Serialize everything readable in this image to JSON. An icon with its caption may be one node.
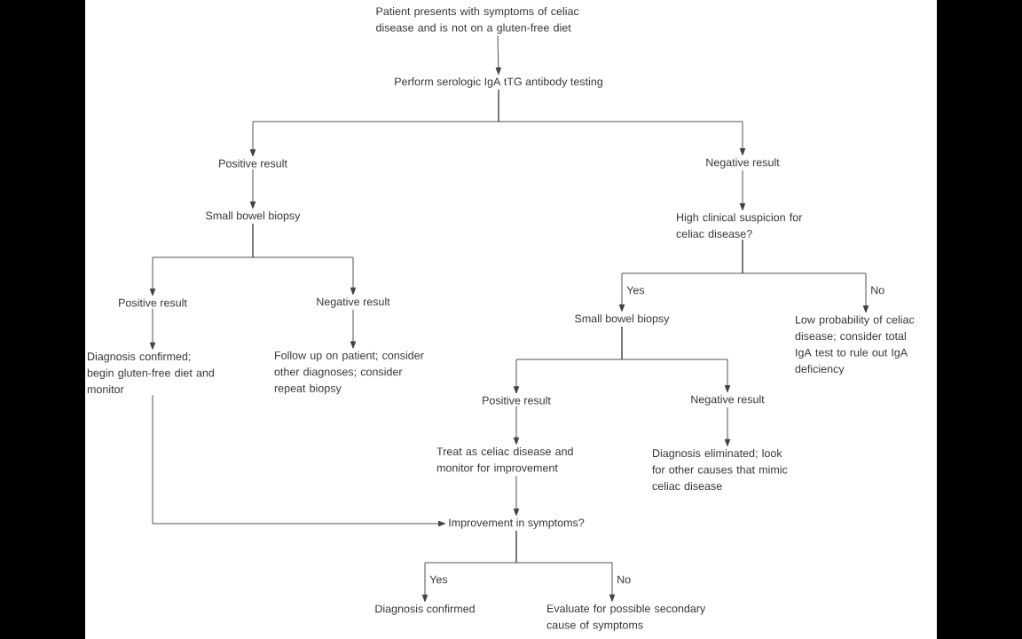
{
  "diagram": {
    "nodes": [
      {
        "text": [
          "Patient presents with symptoms of celiac disease and is not on a gluten-free diet"
        ]
      },
      {
        "text": [
          "Perform serologic IgA tTG antibody testing"
        ]
      },
      {
        "text": [
          "Positive result"
        ]
      },
      {
        "text": [
          "Negative result"
        ]
      },
      {
        "text": [
          "Small bowel biopsy"
        ]
      },
      {
        "text": [
          "High clinical suspicion for celiac disease?"
        ]
      },
      {
        "text": [
          "Positive result"
        ]
      },
      {
        "text": [
          "Negative result"
        ]
      },
      {
        "text": [
          "Diagnosis confirmed; begin gluten-free diet and monitor"
        ]
      },
      {
        "text": [
          "Follow up on patient; consider other diagnoses; consider repeat biopsy"
        ]
      },
      {
        "text": [
          "Small bowel biopsy"
        ]
      },
      {
        "text": [
          "Low probability of celiac disease; consider total IgA test to rule out IgA deficiency"
        ]
      },
      {
        "text": [
          "Positive result"
        ]
      },
      {
        "text": [
          "Negative result"
        ]
      },
      {
        "text": [
          "Treat as celiac disease and monitor for improvement"
        ]
      },
      {
        "text": [
          "Diagnosis eliminated; look for other causes that mimic celiac disease"
        ]
      },
      {
        "text": [
          "Improvement in symptoms?"
        ]
      },
      {
        "text": [
          "Diagnosis confirmed"
        ]
      },
      {
        "text": [
          "Evaluate for possible secondary cause of symptoms"
        ]
      }
    ],
    "edges": [
      {
        "from": 0,
        "to": 1,
        "arrow": "to"
      },
      {
        "from": 1,
        "to": 2,
        "arrow": "to"
      },
      {
        "from": 1,
        "to": 3,
        "arrow": "to"
      },
      {
        "from": 2,
        "to": 4,
        "arrow": "to"
      },
      {
        "from": 3,
        "to": 5,
        "arrow": "to"
      },
      {
        "from": 4,
        "to": 6,
        "arrow": "to"
      },
      {
        "from": 4,
        "to": 7,
        "arrow": "to"
      },
      {
        "from": 5,
        "to": 10,
        "arrow": "to",
        "label": "Yes"
      },
      {
        "from": 5,
        "to": 11,
        "arrow": "to",
        "label": "No"
      },
      {
        "from": 6,
        "to": 8,
        "arrow": "to"
      },
      {
        "from": 7,
        "to": 9,
        "arrow": "to"
      },
      {
        "from": 10,
        "to": 12,
        "arrow": "to"
      },
      {
        "from": 10,
        "to": 13,
        "arrow": "to"
      },
      {
        "from": 12,
        "to": 14,
        "arrow": "to"
      },
      {
        "from": 13,
        "to": 15,
        "arrow": "to"
      },
      {
        "from": 14,
        "to": 16,
        "arrow": "to"
      },
      {
        "from": 8,
        "to": 16,
        "arrow": "to"
      },
      {
        "from": 16,
        "to": 17,
        "arrow": "to",
        "label": "Yes"
      },
      {
        "from": 16,
        "to": 18,
        "arrow": "to",
        "label": "No"
      }
    ]
  }
}
